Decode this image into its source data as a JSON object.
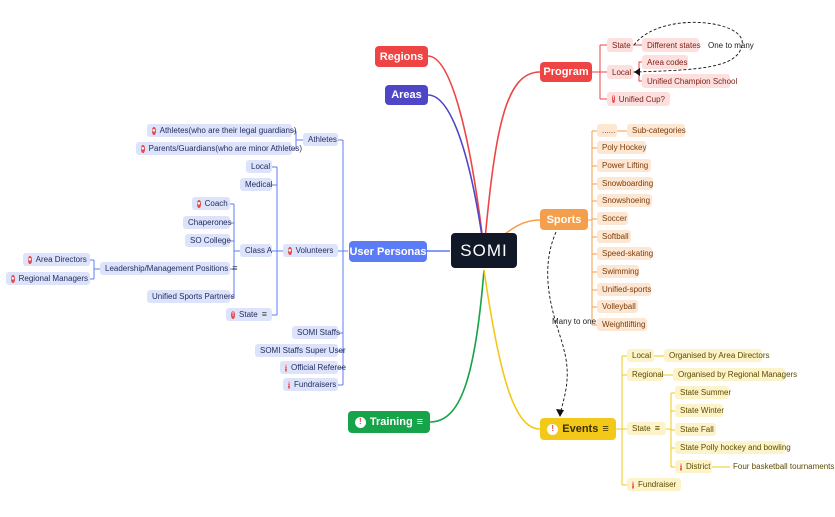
{
  "root": {
    "label": "SOMI"
  },
  "colors": {
    "regions": "#ef4444",
    "areas": "#4f46c7",
    "program": "#ef4444",
    "sports": "#f59e4b",
    "persona": "#5b7cf5",
    "training": "#16a34a",
    "events": "#f2c919"
  },
  "icons": {
    "warning": "!",
    "person": "person-icon",
    "notes": "notes-icon"
  },
  "regions": {
    "label": "Regions"
  },
  "areas": {
    "label": "Areas"
  },
  "program": {
    "label": "Program",
    "state": "State",
    "different_states": "Different states",
    "local": "Local",
    "area_codes": "Area codes",
    "unified_champion": "Unified Champion School",
    "unified_cup": "Unified Cup?",
    "relation_label": "One to many"
  },
  "sports": {
    "label": "Sports",
    "items": [
      "......",
      "Poly Hockey",
      "Power Lifting",
      "Snowboarding",
      "Snowshoeing",
      "Soccer",
      "Softball",
      "Speed-skating",
      "Swimming",
      "Unified-sports",
      "Volleyball",
      "Weightlifting"
    ],
    "subcategories": "Sub-categories",
    "relation_label": "Many to one"
  },
  "personas": {
    "label": "User Personas",
    "athletes": "Athletes",
    "athletes_guardians": "Athletes(who are their legal guardians)",
    "parents": "Parents/Guardians(who are minor Athletes)",
    "volunteers": "Volunteers",
    "local": "Local",
    "medical": "Medical",
    "class_a": "Class A",
    "coach": "Coach",
    "chaperones": "Chaperones",
    "so_college": "SO College",
    "leadership": "Leadership/Management Positions",
    "area_directors": "Area Directors",
    "regional_managers": "Regional Managers",
    "unified_partners": "Unified Sports Partners",
    "state": "State",
    "somi_staffs": "SOMI Staffs",
    "somi_super": "SOMI Staffs Super User",
    "official_referee": "Official Referee",
    "fundraisers": "Fundraisers"
  },
  "training": {
    "label": "Training"
  },
  "events": {
    "label": "Events",
    "local": "Local",
    "local_note": "Organised by Area Directors",
    "regional": "Regional",
    "regional_note": "Organised by Regional Managers",
    "state": "State",
    "state_items": [
      "State Summer",
      "State Winter",
      "State Fall",
      "State Polly hockey and bowling"
    ],
    "district": "District",
    "district_note": "Four basketball tournaments",
    "fundraiser": "Fundraiser"
  }
}
